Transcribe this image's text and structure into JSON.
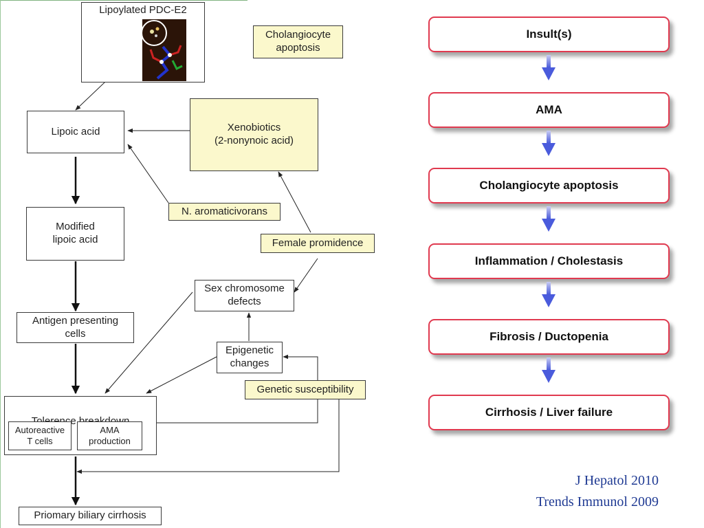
{
  "left_diagram": {
    "pdc_title": "Lipoylated PDC-E2",
    "cholangiocyte_apoptosis": "Cholangiocyte\napoptosis",
    "lipoic_acid": "Lipoic acid",
    "xenobiotics": "Xenobiotics\n(2-nonynoic acid)",
    "n_aromaticivorans": "N. aromaticivorans",
    "modified_lipoic_acid": "Modified\nlipoic acid",
    "female_promidence": "Female promidence",
    "sex_chromosome_defects": "Sex chromosome\ndefects",
    "antigen_presenting_cells": "Antigen presenting\ncells",
    "epigenetic_changes": "Epigenetic\nchanges",
    "genetic_susceptibility": "Genetic susceptibility",
    "tolerence_breakdown": "Tolerence breakdown",
    "autoreactive_t_cells": "Autoreactive\nT cells",
    "ama_production": "AMA\nproduction",
    "primary_biliary_cirrhosis": "Priomary biliary cirrhosis"
  },
  "flow": {
    "steps": [
      "Insult(s)",
      "AMA",
      "Cholangiocyte apoptosis",
      "Inflammation / Cholestasis",
      "Fibrosis / Ductopenia",
      "Cirrhosis / Liver failure"
    ],
    "box_border_color": "#e0394f",
    "arrow_color": "#4a5bdc"
  },
  "references": [
    "J Hepatol 2010",
    "Trends Immunol 2009"
  ]
}
